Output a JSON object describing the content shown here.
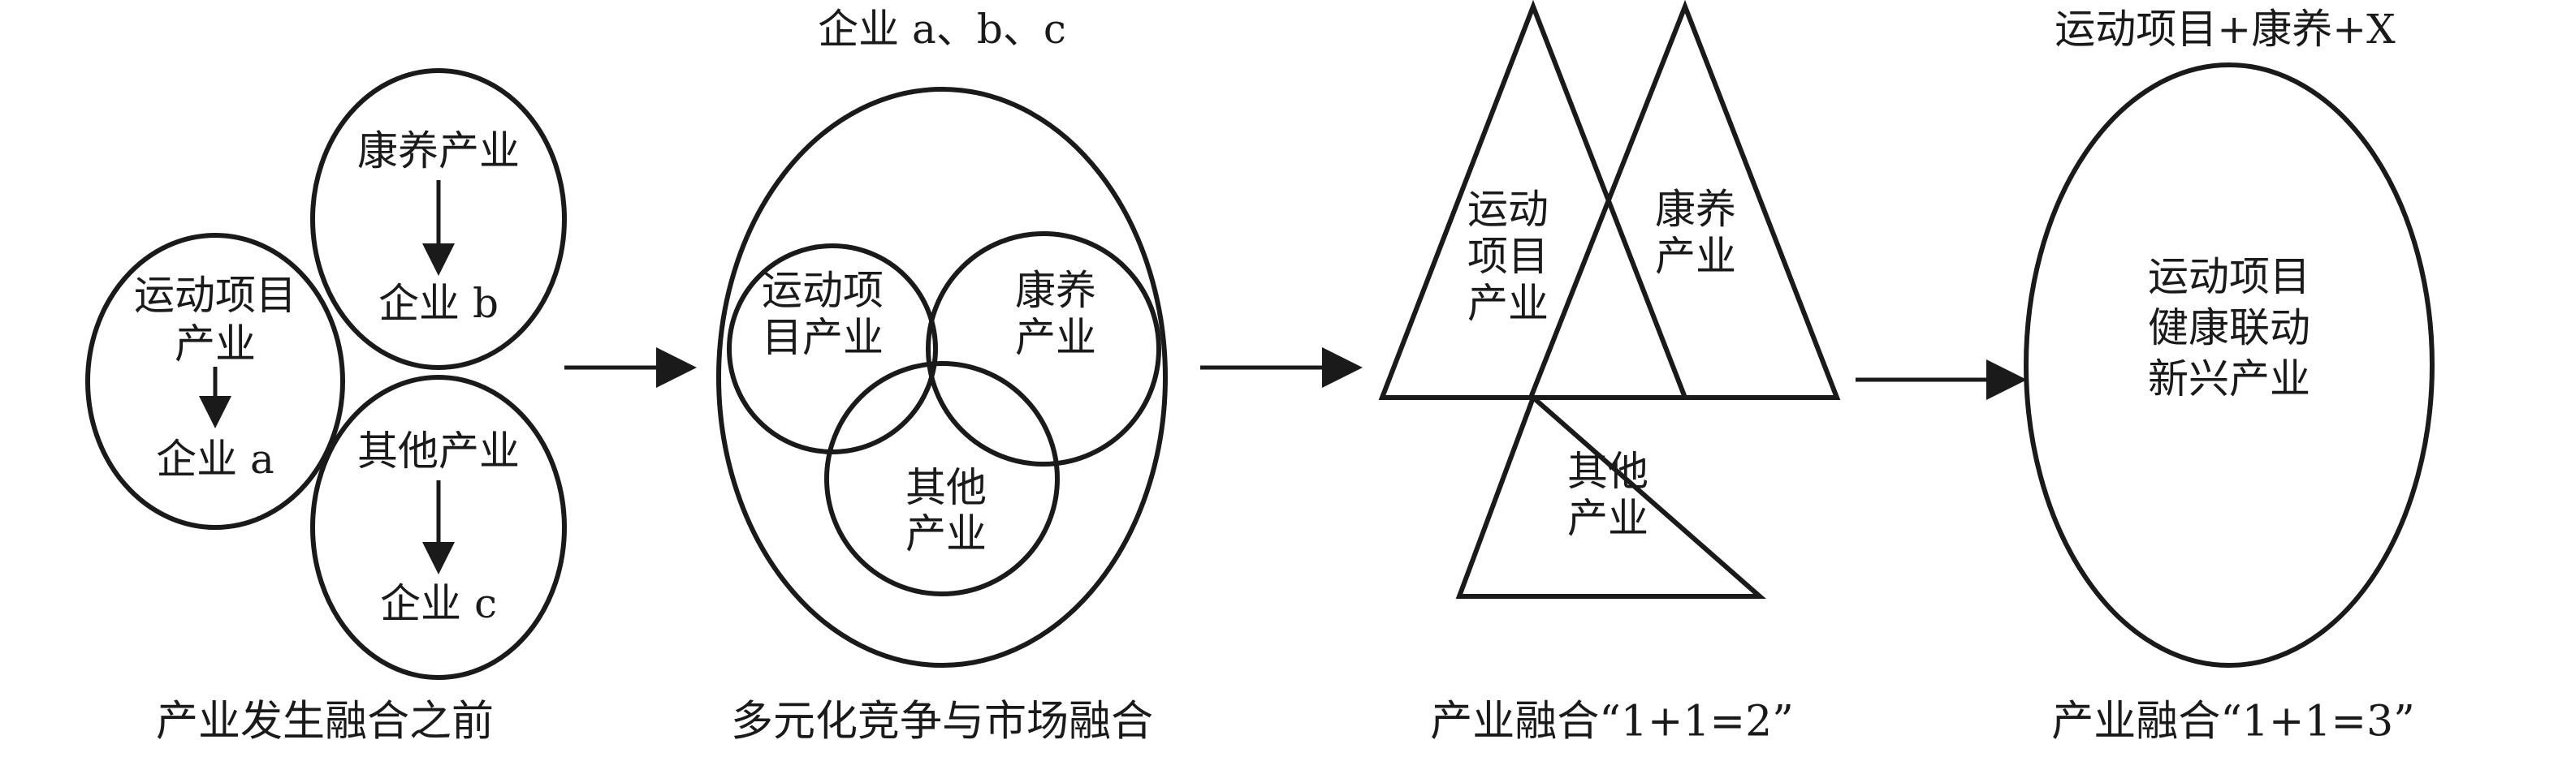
{
  "stage1": {
    "sport_label": [
      "运动项目",
      "产业"
    ],
    "company_a": "企业 a",
    "wellness_label": "康养产业",
    "company_b": "企业 b",
    "other_label": "其他产业",
    "company_c": "企业 c",
    "caption": "产业发生融合之前"
  },
  "stage2": {
    "top_label": "企业 a、b、c",
    "sport_label": [
      "运动项",
      "目产业"
    ],
    "wellness_label": [
      "康养",
      "产业"
    ],
    "other_label": [
      "其他",
      "产业"
    ],
    "caption": "多元化竞争与市场融合"
  },
  "stage3": {
    "sport_label": [
      "运动",
      "项目",
      "产业"
    ],
    "wellness_label": [
      "康养",
      "产业"
    ],
    "other_label": [
      "其他",
      "产业"
    ],
    "caption": "产业融合“1+1=2”"
  },
  "stage4": {
    "top_label": "运动项目+康养+X",
    "center_label": [
      "运动项目",
      "健康联动",
      "新兴产业"
    ],
    "caption": "产业融合“1+1=3”"
  }
}
